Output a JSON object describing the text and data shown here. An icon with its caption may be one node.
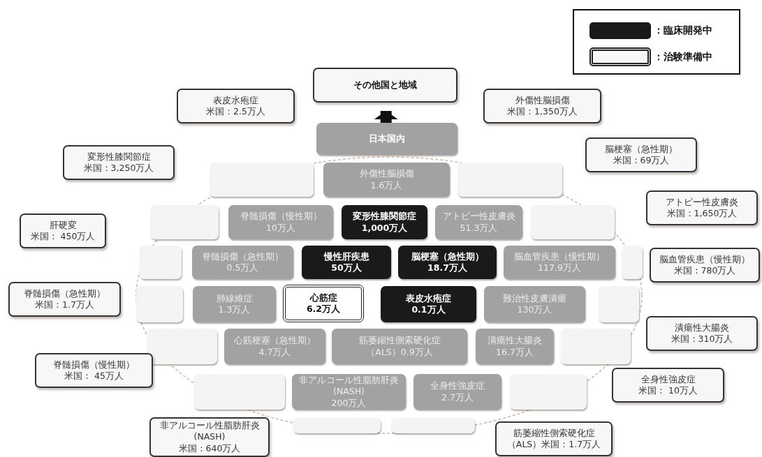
{
  "diagram": {
    "nodes": [
      {
        "text": [
          "その他国と地域"
        ]
      },
      {
        "text": [
          "表皮水疱症",
          "米国：2.5万人"
        ]
      },
      {
        "text": [
          "外傷性脳損傷",
          "米国：1,350万人"
        ]
      },
      {
        "text": [
          "日本国内"
        ]
      },
      {
        "text": [
          "脳梗塞（急性期）",
          "米国：69万人"
        ]
      },
      {
        "text": [
          "変形性膝関節症",
          "米国：3,250万人"
        ]
      },
      {
        "text": [],
        "shape": "box"
      },
      {
        "text": [
          "外傷性脳損傷",
          "1.6万人"
        ]
      },
      {
        "text": [],
        "shape": "box"
      },
      {
        "text": [
          "アトピー性皮膚炎",
          "米国：1,650万人"
        ]
      },
      {
        "text": [
          "肝硬変",
          "米国： 450万人"
        ]
      },
      {
        "text": [],
        "shape": "box"
      },
      {
        "text": [
          "脊髄損傷（慢性期）",
          "10万人"
        ]
      },
      {
        "text": [
          "変形性膝関節症",
          "1,000万人"
        ]
      },
      {
        "text": [
          "アトピー性皮膚炎",
          "51.3万人"
        ]
      },
      {
        "text": [],
        "shape": "box"
      },
      {
        "text": [
          "脳血管疾患（慢性期）",
          "米国：780万人"
        ]
      },
      {
        "text": [],
        "shape": "box"
      },
      {
        "text": [
          "脊髄損傷（急性期）",
          "0.5万人"
        ]
      },
      {
        "text": [
          "慢性肝疾患",
          "50万人"
        ]
      },
      {
        "text": [
          "脳梗塞（急性期）",
          "18.7万人"
        ]
      },
      {
        "text": [
          "脳血管疾患（慢性期）",
          "117.9万人"
        ]
      },
      {
        "text": [],
        "shape": "box"
      },
      {
        "text": [
          "脊髄損傷（急性期）",
          "米国：1.7万人"
        ]
      },
      {
        "text": [],
        "shape": "box"
      },
      {
        "text": [
          "肺線維症",
          "1.3万人"
        ]
      },
      {
        "text": [
          "心筋症",
          "6.2万人"
        ]
      },
      {
        "text": [
          "表皮水疱症",
          "0.1万人"
        ]
      },
      {
        "text": [
          "難治性皮膚潰瘍",
          "130万人"
        ]
      },
      {
        "text": [],
        "shape": "box"
      },
      {
        "text": [
          "潰瘍性大腸炎",
          "米国：310万人"
        ]
      },
      {
        "text": [],
        "shape": "box"
      },
      {
        "text": [
          "心筋梗塞（急性期）",
          "4.7万人"
        ]
      },
      {
        "text": [
          "筋萎縮性側索硬化症",
          "（ALS）0.9万人"
        ]
      },
      {
        "text": [
          "潰瘍性大腸炎",
          "16.7万人"
        ]
      },
      {
        "text": [],
        "shape": "box"
      },
      {
        "text": [
          "脊髄損傷（慢性期）",
          "米国： 45万人"
        ]
      },
      {
        "text": [
          "全身性強皮症",
          "米国： 10万人"
        ]
      },
      {
        "text": [],
        "shape": "box"
      },
      {
        "text": [
          "非アルコール性脂肪肝炎",
          "(NASH)",
          "200万人"
        ]
      },
      {
        "text": [
          "全身性強皮症",
          "2.7万人"
        ]
      },
      {
        "text": [],
        "shape": "box"
      },
      {
        "text": [],
        "shape": "box"
      },
      {
        "text": [],
        "shape": "box"
      },
      {
        "text": [
          "非アルコール性脂肪肝炎",
          "(NASH)",
          "米国：640万人"
        ]
      },
      {
        "text": [
          "筋萎縮性側索硬化症",
          "（ALS）米国：1.7万人"
        ]
      }
    ],
    "edges": [
      {
        "from": 3,
        "to": 0,
        "arrow": "to"
      }
    ],
    "legend": [
      {
        "text": "：臨床開発中",
        "color": "#1a1a1a"
      },
      {
        "text": "：治験準備中"
      }
    ]
  }
}
